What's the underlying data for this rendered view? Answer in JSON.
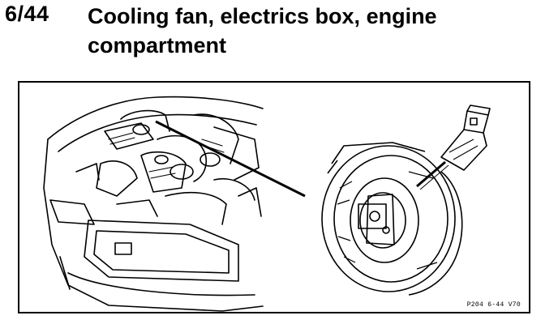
{
  "header": {
    "number": "6/44",
    "title": "Cooling fan, electrics box, engine compartment"
  },
  "figure": {
    "reference_code": "P204 6-44 V70",
    "icons": [
      "engine-compartment-illustration",
      "cooling-fan-motor-illustration",
      "pointer-line"
    ]
  }
}
